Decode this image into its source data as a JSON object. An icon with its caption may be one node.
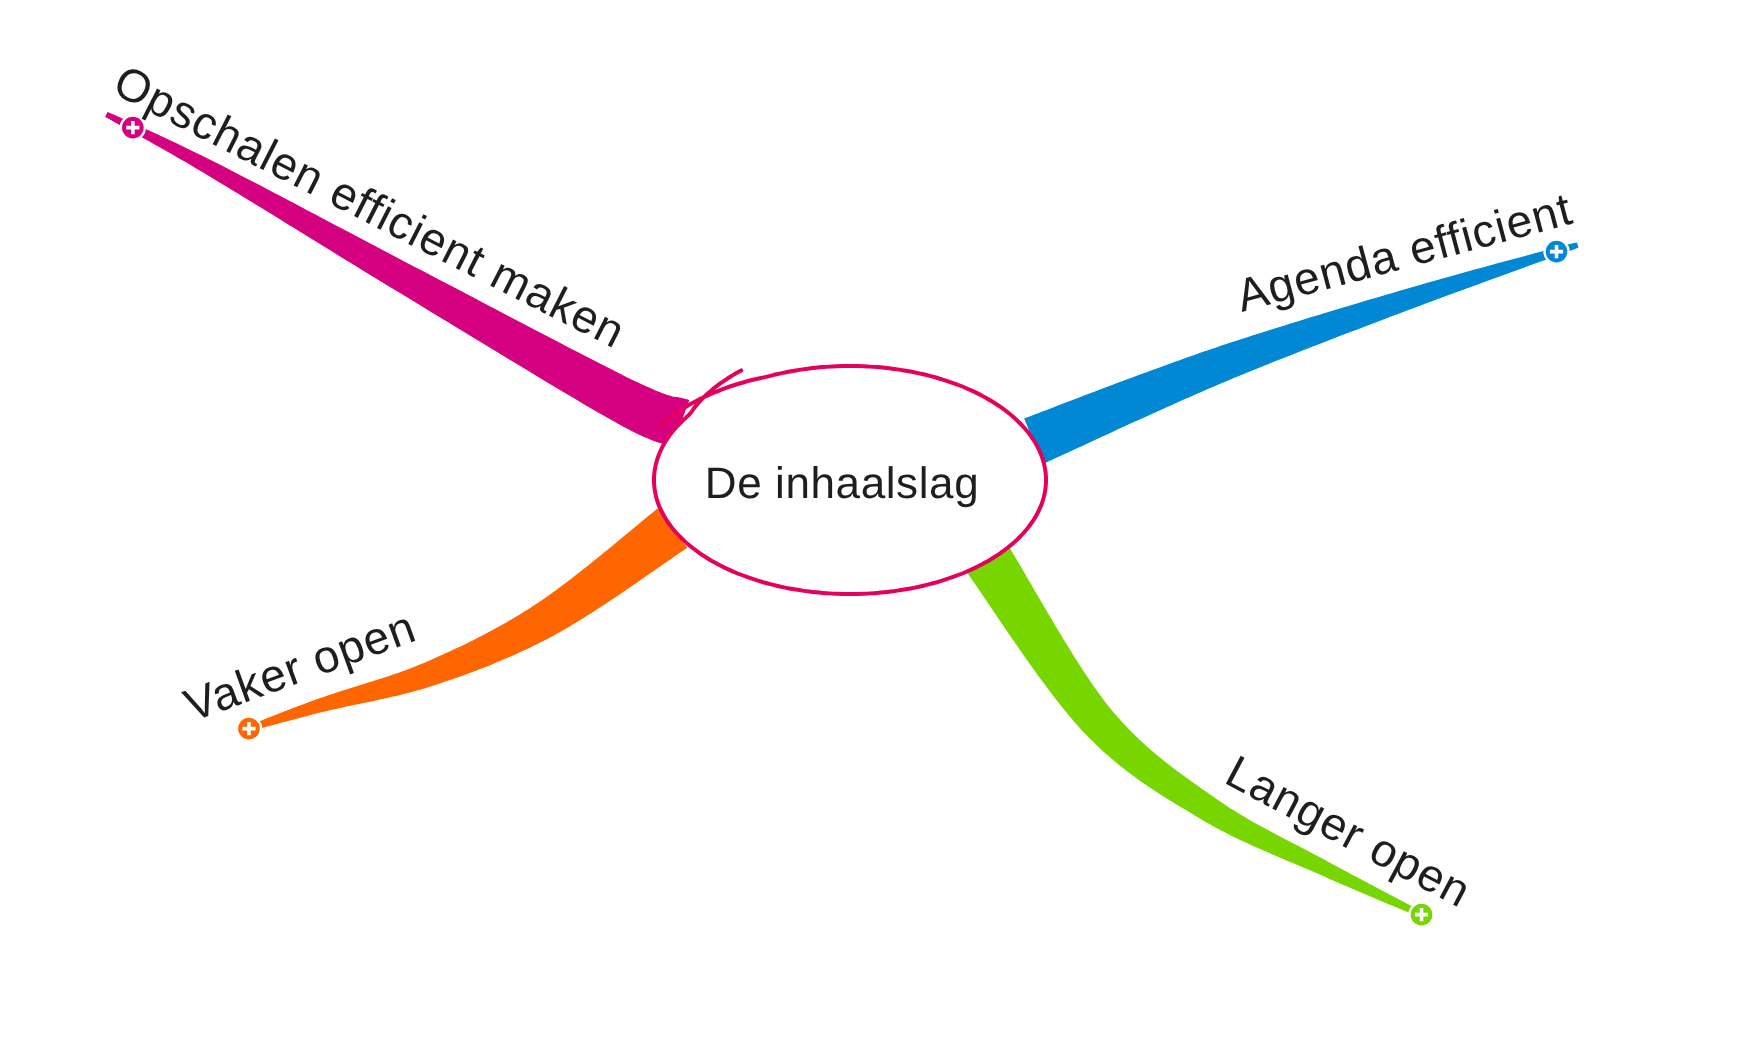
{
  "diagram": {
    "nodes": [
      {
        "text": [
          "De inhaalslag"
        ]
      },
      {
        "text": [
          "Opschalen efficient maken"
        ]
      },
      {
        "text": [
          "Agenda efficient"
        ]
      },
      {
        "text": [
          "Vaker open"
        ]
      },
      {
        "text": [
          "Langer open"
        ]
      }
    ],
    "edges": [
      {
        "from": 0,
        "to": 1,
        "arrow": "none",
        "color": "#d4007f"
      },
      {
        "from": 0,
        "to": 2,
        "arrow": "none",
        "color": "#0088d4"
      },
      {
        "from": 0,
        "to": 3,
        "arrow": "none",
        "color": "#ff6600"
      },
      {
        "from": 0,
        "to": 4,
        "arrow": "none",
        "color": "#78d600"
      }
    ]
  }
}
